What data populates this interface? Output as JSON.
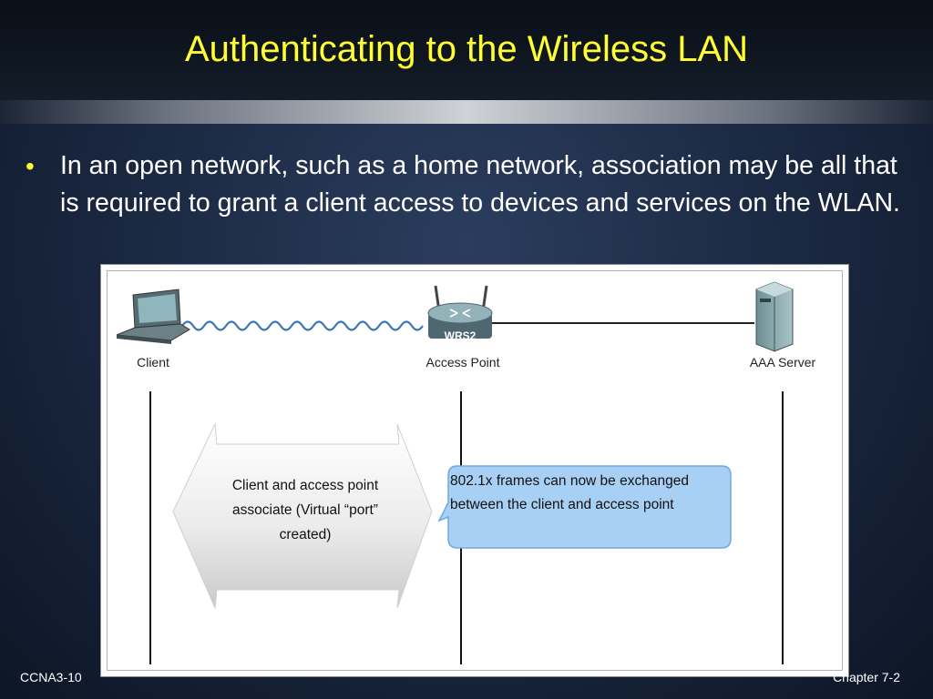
{
  "slide": {
    "title": "Authenticating to the Wireless LAN",
    "bullet": "In an open network, such as a home network, association may be all that is required to grant a client access to devices and services on the WLAN."
  },
  "figure": {
    "nodes": {
      "client_label": "Client",
      "access_point_label": "Access Point",
      "access_point_device": "WRS2",
      "server_label": "AAA Server"
    },
    "arrow_text": "Client and access point associate (Virtual “port” created)",
    "callout_text": "802.1x frames can now be exchanged between the client and access point"
  },
  "footer": {
    "left": "CCNA3-10",
    "right": "Chapter 7-2"
  },
  "colors": {
    "title": "#ffff33",
    "bullet_dot": "#ffff33",
    "callout_fill": "#a8d0f5",
    "callout_border": "#6fa8e0"
  }
}
